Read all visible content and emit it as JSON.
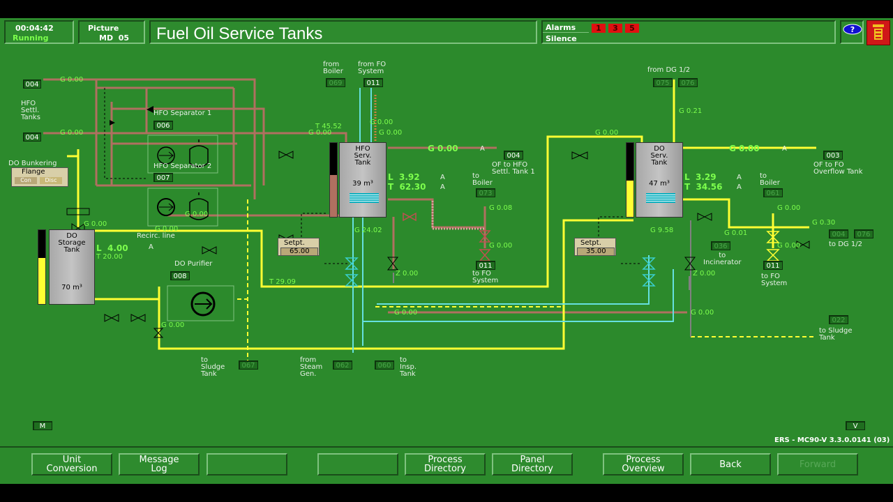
{
  "header": {
    "time": "00:04:42",
    "status": "Running",
    "picture_label": "Picture",
    "picture_id": "MD  05",
    "title": "Fuel Oil Service Tanks",
    "alarms_label": "Alarms",
    "silence_label": "Silence",
    "alarm_counts": [
      "1",
      "3",
      "5"
    ],
    "help_icon": "help-icon",
    "logo_icon": "company-crest-icon"
  },
  "colors": {
    "background": "#2c8a2c",
    "fuel_line": "#ffff33",
    "hfo_line": "#b07060",
    "steam_line": "#66e0e0",
    "value_text": "#7dff4d",
    "alarm": "#e01010"
  },
  "diagram": {
    "tags": {
      "t004a": "004",
      "t004b": "004",
      "t006": "006",
      "t007": "007",
      "t008": "008",
      "t011top": "011",
      "t004c": "004",
      "t004d": "004",
      "t003": "003",
      "t011left": "011",
      "t011right": "011",
      "t067": "067",
      "t062": "062",
      "t060": "060",
      "t004e": "004",
      "t076a": "076",
      "t076b": "076",
      "t061": "061",
      "t036": "036",
      "t073": "073",
      "t075": "075",
      "t022": "022",
      "tm": "M",
      "tv": "V",
      "t069": "069"
    },
    "labels": {
      "hfo_settl": "HFO\nSettl.\nTanks",
      "hfo_sep1": "HFO Separator 1",
      "hfo_sep2": "HFO Separator 2",
      "do_bunkering": "DO Bunkering",
      "flange": "Flange",
      "con": "Con",
      "disc": "Disc",
      "do_purifier": "DO Purifier",
      "recirc": "Recirc. line",
      "from_boiler": "from\nBoiler",
      "from_fo": "from FO\nSystem",
      "from_dg": "from DG 1/2",
      "of_to_hfo": "OF to HFO\nSettl. Tank 1",
      "of_to_fo": "OF to FO\nOverflow Tank",
      "to_boiler1": "to\nBoiler",
      "to_boiler2": "to\nBoiler",
      "to_fo_sys1": "to FO\nSystem",
      "to_fo_sys2": "to FO\nSystem",
      "to_dg": "to DG 1/2",
      "to_incinerator": "to\nIncinerator",
      "to_sludge1": "to\nSludge\nTank",
      "to_sludge2": "to Sludge\nTank",
      "from_steam": "from\nSteam\nGen.",
      "to_insp": "to\nInsp.\nTank",
      "setpt": "Setpt.",
      "a": "A"
    },
    "tanks": {
      "do_storage": {
        "name": "DO\nStorage\nTank",
        "volume": "70 m³",
        "level": "L  4.00",
        "temp": "T 20.00"
      },
      "hfo_serv": {
        "name": "HFO\nServ.\nTank",
        "volume": "39 m³",
        "level": "L  3.92",
        "temp": "T  62.30"
      },
      "do_serv": {
        "name": "DO\nServ.\nTank",
        "volume": "47 m³",
        "level": "L  3.29",
        "temp": "T  34.56"
      }
    },
    "setpoints": {
      "hfo": "65.00",
      "do": "35.00"
    },
    "values": {
      "g1": "G 0.00",
      "g2": "G 0.00",
      "t45": "T 45.52",
      "g3": "G 0.00",
      "g4": "G 0.00",
      "g5": "G 0.00",
      "g6": "G 0.00",
      "g7": "G 0.00",
      "g8": "G 0.00",
      "t29": "T 29.09",
      "g9": "G 0.00",
      "g10": "G 0.00",
      "g11": "G 0.00",
      "g24": "G 24.02",
      "z1": "Z 0.00",
      "g12": "G 0.00",
      "g008": "G 0.08",
      "g13": "G 0.00",
      "g021": "G 0.21",
      "g14": "G 0.00",
      "g15": "G 0.00",
      "g958": "G 9.58",
      "z2": "Z 0.00",
      "g001": "G 0.01",
      "g16": "G 0.00",
      "g030": "G 0.30",
      "g17": "G 0.00",
      "g18": "G 0.00",
      "g_hfo_of": "G  0.00",
      "g_do_of": "G  0.00"
    }
  },
  "footer": {
    "version": "ERS - MC90-V 3.3.0.0141 (03)",
    "buttons": {
      "unit_conv": "Unit\nConversion",
      "message_log": "Message\nLog",
      "blank1": "",
      "blank2": "",
      "process_dir": "Process\nDirectory",
      "panel_dir": "Panel\nDirectory",
      "process_ov": "Process\nOverview",
      "back": "Back",
      "forward": "Forward"
    }
  }
}
